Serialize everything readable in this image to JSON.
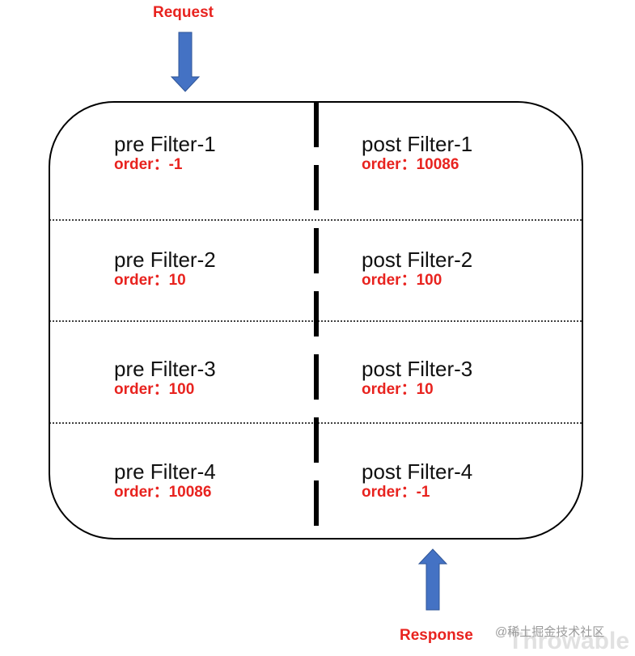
{
  "request_label": "Request",
  "response_label": "Response",
  "pre_filters": [
    {
      "name": "pre Filter-1",
      "order": "order：-1"
    },
    {
      "name": "pre Filter-2",
      "order": "order：10"
    },
    {
      "name": "pre Filter-3",
      "order": "order：100"
    },
    {
      "name": "pre Filter-4",
      "order": "order：10086"
    }
  ],
  "post_filters": [
    {
      "name": "post Filter-1",
      "order": "order：10086"
    },
    {
      "name": "post Filter-2",
      "order": "order：100"
    },
    {
      "name": "post Filter-3",
      "order": "order：10"
    },
    {
      "name": "post Filter-4",
      "order": "order：-1"
    }
  ],
  "watermark": {
    "site": "@稀土掘金技术社区",
    "author": "Throwable"
  },
  "colors": {
    "arrow": "#4472c4",
    "label": "#e8231f"
  }
}
